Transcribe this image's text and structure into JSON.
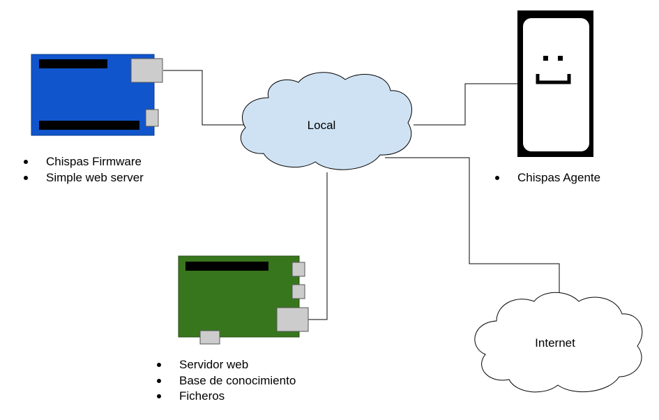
{
  "colors": {
    "firmware_board": "#1155cc",
    "server_board": "#38761d",
    "cloud_fill": "#cfe2f3",
    "cloud_internet_fill": "#ffffff",
    "connector_gray": "#cccccc",
    "phone": "#000000",
    "line": "#000000"
  },
  "clouds": {
    "local_label": "Local",
    "internet_label": "Internet"
  },
  "lists": {
    "firmware": [
      "Chispas Firmware",
      "Simple web server"
    ],
    "agent": [
      "Chispas Agente"
    ],
    "server": [
      "Servidor web",
      "Base de conocimiento",
      "Ficheros"
    ]
  }
}
